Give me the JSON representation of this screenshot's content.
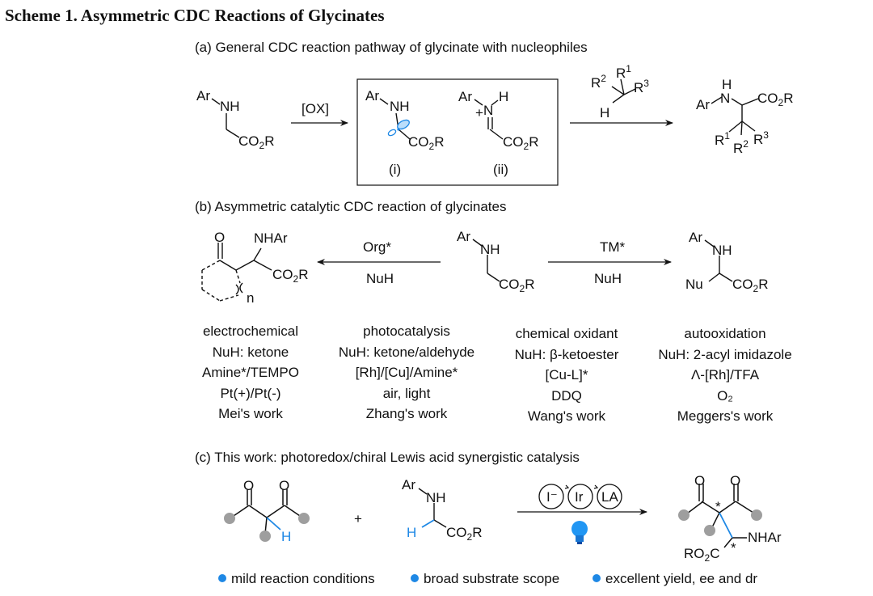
{
  "title": "Scheme 1. Asymmetric CDC Reactions of Glycinates",
  "section_a": {
    "heading": "(a) General CDC reaction pathway of glycinate with nucleophiles",
    "reagent_ox": "[OX]",
    "label_i": "(i)",
    "label_ii": "(ii)"
  },
  "section_b": {
    "heading": "(b) Asymmetric catalytic CDC reaction of glycinates",
    "left_arrow_top": "Org*",
    "left_arrow_bottom": "NuH",
    "right_arrow_top": "TM*",
    "right_arrow_bottom": "NuH",
    "columns": [
      {
        "lines": [
          "electrochemical",
          "NuH: ketone",
          "Amine*/TEMPO",
          "Pt(+)/Pt(-)",
          "Mei's work"
        ]
      },
      {
        "lines": [
          "photocatalysis",
          "NuH: ketone/aldehyde",
          "[Rh]/[Cu]/Amine*",
          "air, light",
          "Zhang's work"
        ]
      },
      {
        "lines": [
          "chemical oxidant",
          "NuH: β-ketoester",
          "[Cu-L]*",
          "DDQ",
          "Wang's work"
        ]
      },
      {
        "lines": [
          "autooxidation",
          "NuH: 2-acyl imidazole",
          "Λ-[Rh]/TFA",
          "O₂",
          "Meggers's work"
        ]
      }
    ]
  },
  "section_c": {
    "heading": "(c) This work: photoredox/chiral Lewis acid synergistic catalysis",
    "plus": "+",
    "cycle_labels": [
      "I⁻",
      "Ir",
      "LA"
    ],
    "features": [
      "mild reaction conditions",
      "broad substrate scope",
      "excellent yield, ee and dr"
    ]
  },
  "colors": {
    "accent": "#1e88e5",
    "atom_grey": "#9e9e9e",
    "bulb": "#2196f3"
  }
}
